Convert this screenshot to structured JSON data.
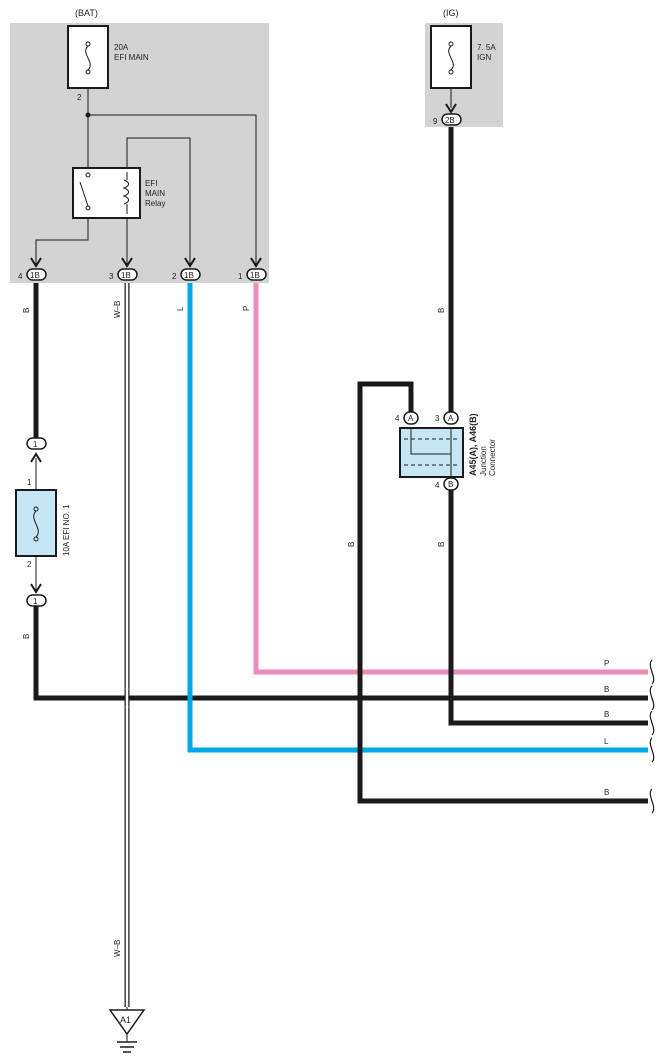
{
  "sources": {
    "bat": "(BAT)",
    "ig": "(IG)"
  },
  "fuses": {
    "efi_main": {
      "rating": "20A",
      "name": "EFI MAIN",
      "pin": "2"
    },
    "ign": {
      "rating": "7. 5A",
      "name": "IGN"
    },
    "efi_no1": {
      "label": "10A EFI NO. 1",
      "pin_top": "1",
      "pin_bottom": "2"
    }
  },
  "relay": {
    "line1": "EFI",
    "line2": "MAIN",
    "line3": "Relay"
  },
  "connectors_1b": [
    {
      "pin": "4",
      "code": "1B"
    },
    {
      "pin": "3",
      "code": "1B"
    },
    {
      "pin": "2",
      "code": "1B"
    },
    {
      "pin": "1",
      "code": "1B"
    }
  ],
  "connector_2b": {
    "pin": "9",
    "code": "2B"
  },
  "inline_connector": {
    "code": "1"
  },
  "junction": {
    "title": "A45(A), A46(B)",
    "sub1": "Junction",
    "sub2": "Connector",
    "pins": [
      {
        "pin": "4",
        "code": "A"
      },
      {
        "pin": "3",
        "code": "A"
      },
      {
        "pin": "4",
        "code": "B"
      }
    ]
  },
  "ground": {
    "code": "A1"
  },
  "wire_colors": {
    "b": "B",
    "wb": "W–B",
    "l": "L",
    "p": "P"
  },
  "right_labels": [
    "P",
    "B",
    "B",
    "L",
    "B"
  ],
  "colors": {
    "black": "#1a1a1a",
    "blue": "#00a9e6",
    "pink": "#f08ab8",
    "box_fill": "#d3d3d3",
    "component_fill": "#c6e6f6"
  }
}
